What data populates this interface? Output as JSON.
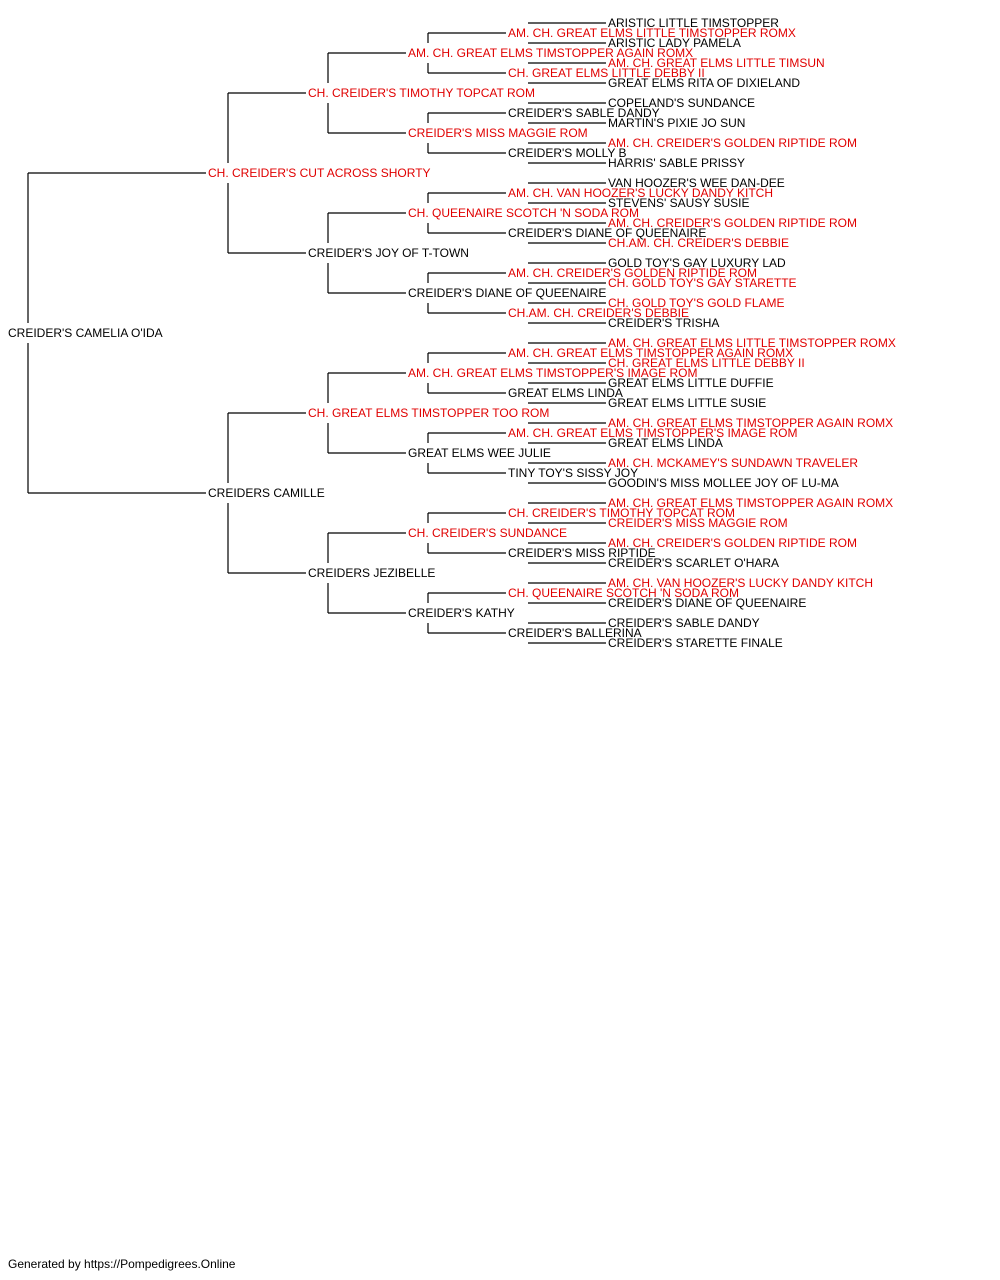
{
  "pedigree": {
    "name": "CREIDER'S CAMELIA O'IDA",
    "champ": false,
    "sire": {
      "name": "CH. CREIDER'S CUT ACROSS SHORTY",
      "champ": true,
      "sire": {
        "name": "CH. CREIDER'S TIMOTHY TOPCAT ROM",
        "champ": true,
        "sire": {
          "name": "AM. CH. GREAT ELMS TIMSTOPPER AGAIN ROMX",
          "champ": true,
          "sire": {
            "name": "AM. CH. GREAT ELMS LITTLE TIMSTOPPER ROMX",
            "champ": true,
            "sire": {
              "name": "ARISTIC LITTLE TIMSTOPPER",
              "champ": false
            },
            "dam": {
              "name": "ARISTIC LADY PAMELA",
              "champ": false
            }
          },
          "dam": {
            "name": "CH. GREAT ELMS LITTLE DEBBY II",
            "champ": true,
            "sire": {
              "name": "AM. CH. GREAT ELMS LITTLE TIMSUN",
              "champ": true
            },
            "dam": {
              "name": "GREAT ELMS RITA OF DIXIELAND",
              "champ": false
            }
          }
        },
        "dam": {
          "name": "CREIDER'S MISS MAGGIE ROM",
          "champ": true,
          "sire": {
            "name": "CREIDER'S SABLE DANDY",
            "champ": false,
            "sire": {
              "name": "COPELAND'S SUNDANCE",
              "champ": false
            },
            "dam": {
              "name": "MARTIN'S PIXIE JO SUN",
              "champ": false
            }
          },
          "dam": {
            "name": "CREIDER'S MOLLY B",
            "champ": false,
            "sire": {
              "name": "AM. CH. CREIDER'S GOLDEN RIPTIDE ROM",
              "champ": true
            },
            "dam": {
              "name": "HARRIS' SABLE PRISSY",
              "champ": false
            }
          }
        }
      },
      "dam": {
        "name": "CREIDER'S JOY OF T-TOWN",
        "champ": false,
        "sire": {
          "name": "CH. QUEENAIRE SCOTCH 'N SODA ROM",
          "champ": true,
          "sire": {
            "name": "AM. CH. VAN HOOZER'S LUCKY DANDY KITCH",
            "champ": true,
            "sire": {
              "name": "VAN HOOZER'S WEE DAN-DEE",
              "champ": false
            },
            "dam": {
              "name": "STEVENS' SAUSY SUSIE",
              "champ": false
            }
          },
          "dam": {
            "name": "CREIDER'S DIANE OF QUEENAIRE",
            "champ": false,
            "sire": {
              "name": "AM. CH. CREIDER'S GOLDEN RIPTIDE ROM",
              "champ": true
            },
            "dam": {
              "name": "CH.AM. CH. CREIDER'S DEBBIE",
              "champ": true
            }
          }
        },
        "dam": {
          "name": "CREIDER'S DIANE OF QUEENAIRE",
          "champ": false,
          "sire": {
            "name": "AM. CH. CREIDER'S GOLDEN RIPTIDE ROM",
            "champ": true,
            "sire": {
              "name": "GOLD TOY'S GAY LUXURY LAD",
              "champ": false
            },
            "dam": {
              "name": "CH. GOLD TOY'S GAY STARETTE",
              "champ": true
            }
          },
          "dam": {
            "name": "CH.AM. CH. CREIDER'S DEBBIE",
            "champ": true,
            "sire": {
              "name": "CH. GOLD TOY'S GOLD FLAME",
              "champ": true
            },
            "dam": {
              "name": "CREIDER'S TRISHA",
              "champ": false
            }
          }
        }
      }
    },
    "dam": {
      "name": "CREIDERS CAMILLE",
      "champ": false,
      "sire": {
        "name": "CH. GREAT ELMS TIMSTOPPER TOO ROM",
        "champ": true,
        "sire": {
          "name": "AM. CH. GREAT ELMS TIMSTOPPER'S IMAGE ROM",
          "champ": true,
          "sire": {
            "name": "AM. CH. GREAT ELMS TIMSTOPPER AGAIN ROMX",
            "champ": true,
            "sire": {
              "name": "AM. CH. GREAT ELMS LITTLE TIMSTOPPER ROMX",
              "champ": true
            },
            "dam": {
              "name": "CH. GREAT ELMS LITTLE DEBBY II",
              "champ": true
            }
          },
          "dam": {
            "name": "GREAT ELMS LINDA",
            "champ": false,
            "sire": {
              "name": "GREAT ELMS LITTLE DUFFIE",
              "champ": false
            },
            "dam": {
              "name": "GREAT ELMS LITTLE SUSIE",
              "champ": false
            }
          }
        },
        "dam": {
          "name": "GREAT ELMS WEE JULIE",
          "champ": false,
          "sire": {
            "name": "AM. CH. GREAT ELMS TIMSTOPPER'S IMAGE ROM",
            "champ": true,
            "sire": {
              "name": "AM. CH. GREAT ELMS TIMSTOPPER AGAIN ROMX",
              "champ": true
            },
            "dam": {
              "name": "GREAT ELMS LINDA",
              "champ": false
            }
          },
          "dam": {
            "name": "TINY TOY'S SISSY JOY",
            "champ": false,
            "sire": {
              "name": "AM. CH. MCKAMEY'S SUNDAWN TRAVELER",
              "champ": true
            },
            "dam": {
              "name": "GOODIN'S MISS MOLLEE JOY OF LU-MA",
              "champ": false
            }
          }
        }
      },
      "dam": {
        "name": "CREIDERS JEZIBELLE",
        "champ": false,
        "sire": {
          "name": "CH. CREIDER'S SUNDANCE",
          "champ": true,
          "sire": {
            "name": "CH. CREIDER'S TIMOTHY TOPCAT ROM",
            "champ": true,
            "sire": {
              "name": "AM. CH. GREAT ELMS TIMSTOPPER AGAIN ROMX",
              "champ": true
            },
            "dam": {
              "name": "CREIDER'S MISS MAGGIE ROM",
              "champ": true
            }
          },
          "dam": {
            "name": "CREIDER'S MISS RIPTIDE",
            "champ": false,
            "sire": {
              "name": "AM. CH. CREIDER'S GOLDEN RIPTIDE ROM",
              "champ": true
            },
            "dam": {
              "name": "CREIDER'S SCARLET O'HARA",
              "champ": false
            }
          }
        },
        "dam": {
          "name": "CREIDER'S KATHY",
          "champ": false,
          "sire": {
            "name": "CH. QUEENAIRE SCOTCH 'N SODA ROM",
            "champ": true,
            "sire": {
              "name": "AM. CH. VAN HOOZER'S LUCKY DANDY KITCH",
              "champ": true
            },
            "dam": {
              "name": "CREIDER'S DIANE OF QUEENAIRE",
              "champ": false
            }
          },
          "dam": {
            "name": "CREIDER'S BALLERINA",
            "champ": false,
            "sire": {
              "name": "CREIDER'S SABLE DANDY",
              "champ": false
            },
            "dam": {
              "name": "CREIDER'S STARETTE FINALE",
              "champ": false
            }
          }
        }
      }
    }
  },
  "colors": {
    "champion_text": "#e00000",
    "normal_text": "#000000",
    "connector_line": "#000000"
  },
  "footer": "Generated by https://Pompedigrees.Online"
}
